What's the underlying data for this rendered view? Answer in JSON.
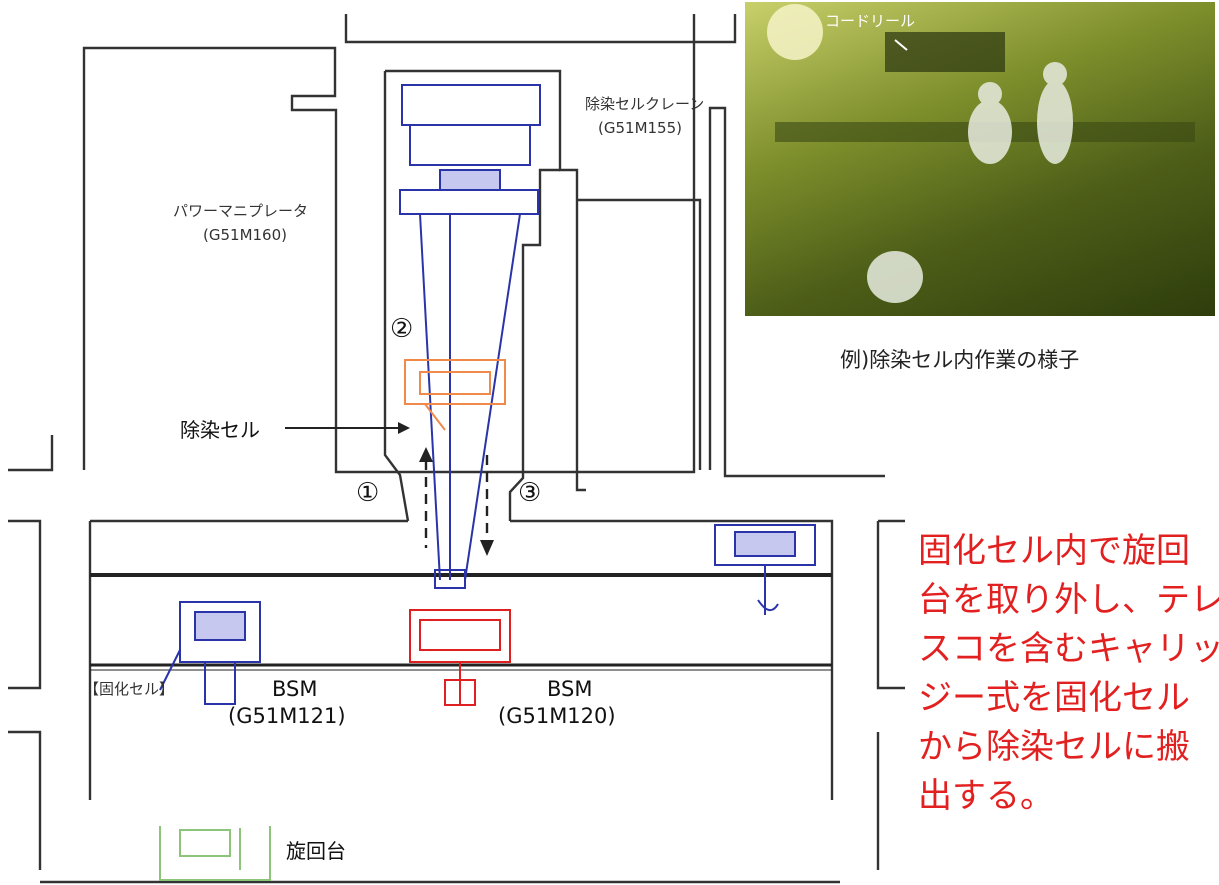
{
  "labels": {
    "crane_name": "除染セルクレーン",
    "crane_code": "(G51M155)",
    "manipulator_name": "パワーマニプレータ",
    "manipulator_code": "(G51M160)",
    "decon_cell": "除染セル",
    "solidification_cell": "【固化セル】",
    "bsm_left_name": "BSM",
    "bsm_left_code": "(G51M121)",
    "bsm_right_name": "BSM",
    "bsm_right_code": "(G51M120)",
    "turntable": "旋回台",
    "step1": "①",
    "step2": "②",
    "step3": "③"
  },
  "photo": {
    "inset_label": "コードリール",
    "caption": "例)除染セル内作業の様子"
  },
  "note": {
    "lines": [
      "固化セル内で旋回",
      "台を取り外し、テレ",
      "スコを含むキャリッ",
      "ジー式を固化セル",
      "から除染セルに搬",
      "出する。"
    ]
  },
  "colors": {
    "wall": "#333333",
    "crane_blue": "#2a34a8",
    "step2_orange": "#f08a4b",
    "moving_red": "#e02020",
    "turntable_green": "#8cc47a",
    "note_red": "#e32020"
  }
}
